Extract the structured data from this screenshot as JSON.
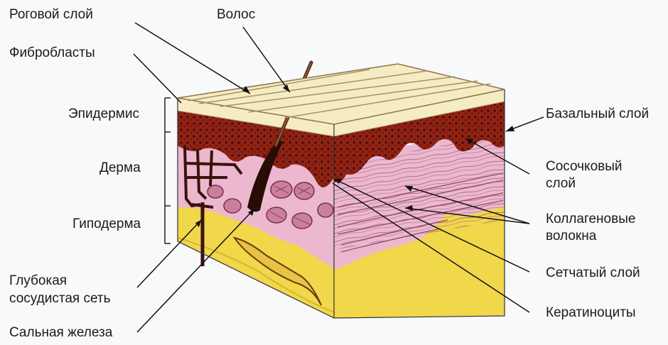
{
  "labels": {
    "horny_layer": "Роговой слой",
    "hair": "Волос",
    "fibroblasts": "Фибробласты",
    "epidermis": "Эпидермис",
    "dermis": "Дерма",
    "hypodermis": "Гиподерма",
    "deep_vascular_1": "Глубокая",
    "deep_vascular_2": "сосудистая сеть",
    "sebaceous_gland": "Сальная железа",
    "basal_layer": "Базальный слой",
    "papillary_1": "Сосочковый",
    "papillary_2": "слой",
    "collagen_1": "Коллагеновые",
    "collagen_2": "волокна",
    "reticular_layer": "Сетчатый слой",
    "keratinocytes": "Кератиноциты"
  },
  "colors": {
    "stratum_corneum": "#f6ecc4",
    "epidermis": "#8f2214",
    "dermis": "#ebb8cf",
    "hypodermis": "#f1d74a",
    "line": "#111111"
  }
}
